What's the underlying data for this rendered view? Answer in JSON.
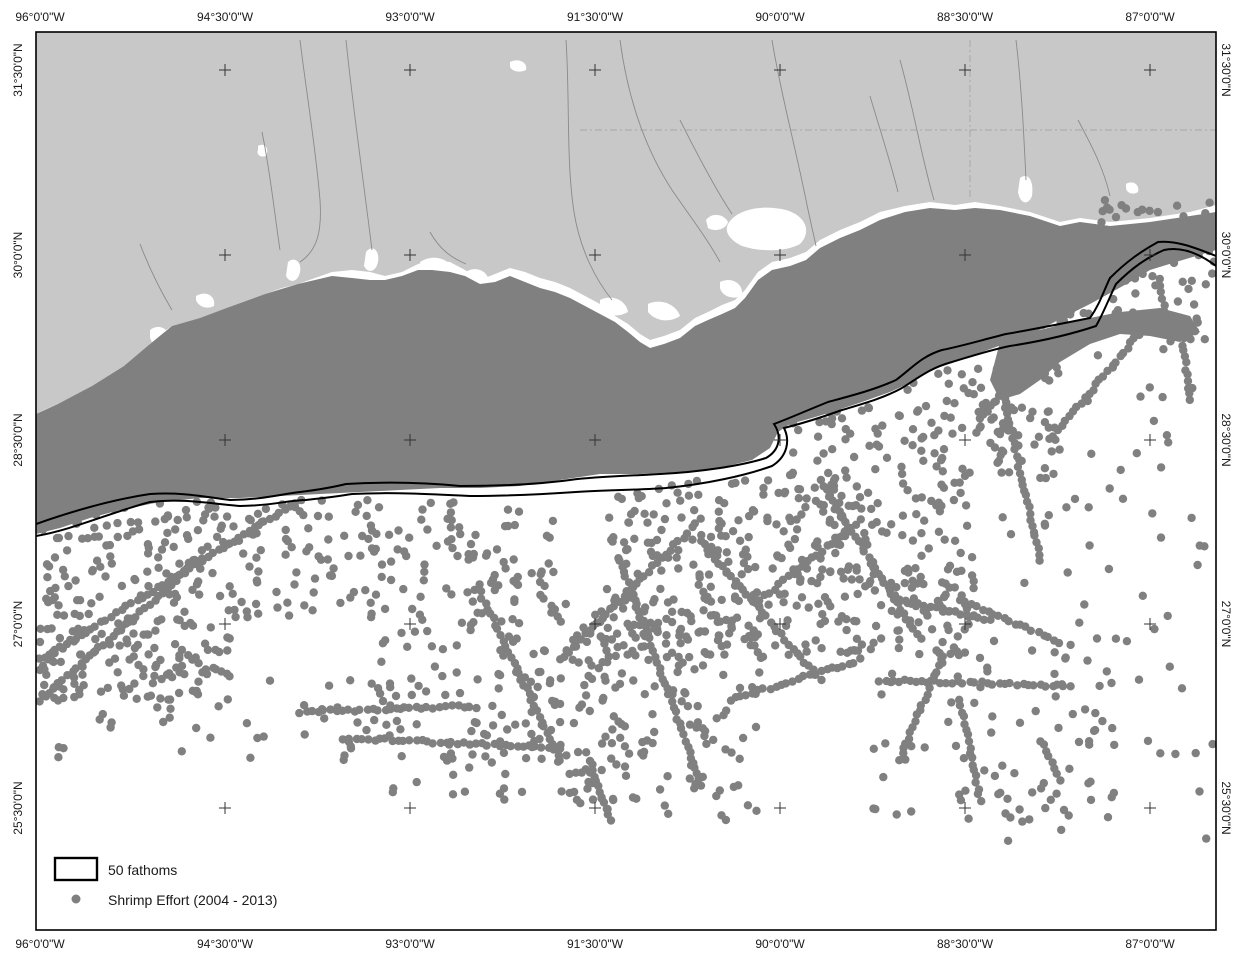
{
  "map": {
    "top_lon_labels": [
      "96°0'0\"W",
      "94°30'0\"W",
      "93°0'0\"W",
      "91°30'0\"W",
      "90°0'0\"W",
      "88°30'0\"W",
      "87°0'0\"W"
    ],
    "bottom_lon_labels": [
      "96°0'0\"W",
      "94°30'0\"W",
      "93°0'0\"W",
      "91°30'0\"W",
      "90°0'0\"W",
      "88°30'0\"W",
      "87°0'0\"W"
    ],
    "lat_labels": [
      "31°30'0\"N",
      "30°0'0\"N",
      "28°30'0\"N",
      "27°0'0\"N",
      "25°30'0\"N"
    ],
    "colors": {
      "land": "#c8c8c8",
      "water": "#ffffff",
      "effort": "#808080",
      "contour": "#000000",
      "frame": "#000000"
    }
  },
  "legend": {
    "fathoms_label": "50 fathoms",
    "effort_label": "Shrimp Effort (2004 - 2013)"
  }
}
